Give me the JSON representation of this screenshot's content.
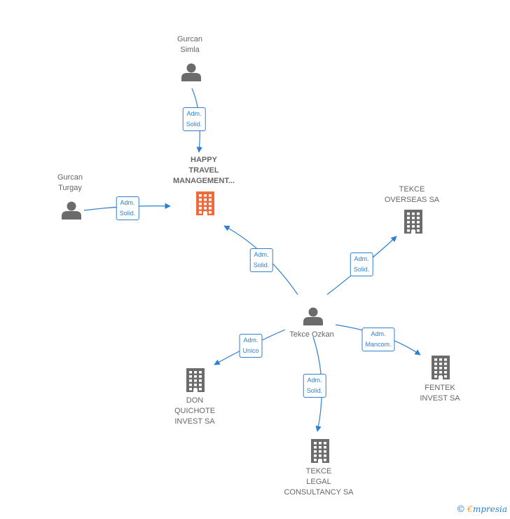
{
  "colors": {
    "edge": "#2f7fd1",
    "person": "#6b6b6b",
    "company": "#6b6b6b",
    "main_company": "#f06a3c"
  },
  "nodes": {
    "gurcan_simla": {
      "label": "Gurcan\nSimla",
      "kind": "person",
      "icon": "person-icon"
    },
    "happy_travel": {
      "label": "HAPPY\nTRAVEL\nMANAGEMENT...",
      "kind": "main-company",
      "icon": "building-icon"
    },
    "gurcan_turgay": {
      "label": "Gurcan\nTurgay",
      "kind": "person",
      "icon": "person-icon"
    },
    "tekce_overseas": {
      "label": "TEKCE\nOVERSEAS SA",
      "kind": "company",
      "icon": "building-icon"
    },
    "tekce_ozkan": {
      "label": "Tekce Ozkan",
      "kind": "person",
      "icon": "person-icon"
    },
    "don_quichote": {
      "label": "DON\nQUICHOTE\nINVEST SA",
      "kind": "company",
      "icon": "building-icon"
    },
    "fentek": {
      "label": "FENTEK\nINVEST SA",
      "kind": "company",
      "icon": "building-icon"
    },
    "tekce_legal": {
      "label": "TEKCE\nLEGAL\nCONSULTANCY SA",
      "kind": "company",
      "icon": "building-icon"
    }
  },
  "edges": [
    {
      "from": "gurcan_simla",
      "to": "happy_travel",
      "label": "Adm.\nSolid."
    },
    {
      "from": "gurcan_turgay",
      "to": "happy_travel",
      "label": "Adm.\nSolid."
    },
    {
      "from": "tekce_ozkan",
      "to": "happy_travel",
      "label": "Adm.\nSolid."
    },
    {
      "from": "tekce_ozkan",
      "to": "tekce_overseas",
      "label": "Adm.\nSolid."
    },
    {
      "from": "tekce_ozkan",
      "to": "don_quichote",
      "label": "Adm.\nUnico"
    },
    {
      "from": "tekce_ozkan",
      "to": "fentek",
      "label": "Adm.\nMancom."
    },
    {
      "from": "tekce_ozkan",
      "to": "tekce_legal",
      "label": "Adm.\nSolid."
    }
  ],
  "footer": {
    "copyright_symbol": "©",
    "brand_first": "€",
    "brand_rest": "mpresia"
  }
}
